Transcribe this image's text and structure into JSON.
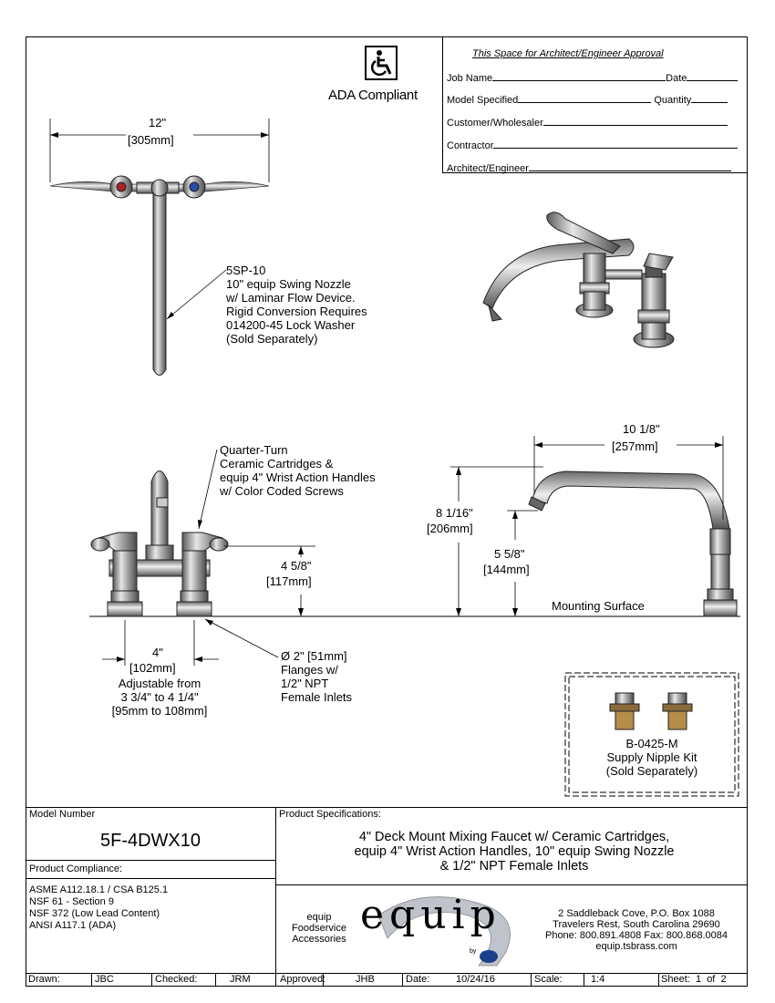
{
  "approval_box": {
    "heading": "This Space for Architect/Engineer Approval",
    "fields": {
      "job_name": "Job Name",
      "date": "Date",
      "model_specified": "Model Specified",
      "quantity": "Quantity",
      "customer": "Customer/Wholesaler",
      "contractor": "Contractor",
      "architect": "Architect/Engineer"
    }
  },
  "ada": {
    "label": "ADA Compliant",
    "icon": "wheelchair-icon"
  },
  "top_view": {
    "width_in": "12\"",
    "width_mm": "305mm",
    "nozzle_callout": [
      "5SP-10",
      "10\" equip Swing Nozzle",
      "w/ Laminar Flow Device.",
      "Rigid Conversion Requires",
      "014200-45 Lock Washer",
      "(Sold Separately)"
    ]
  },
  "front_view": {
    "cartridge_callout": [
      "Quarter-Turn",
      "Ceramic Cartridges &",
      "equip 4\" Wrist Action Handles",
      "w/ Color Coded Screws"
    ],
    "height_in": "4 5/8\"",
    "height_mm": "117mm",
    "centers_in": "4\"",
    "centers_mm": "102mm",
    "adjustable": [
      "Adjustable from",
      "3 3/4\" to 4 1/4\"",
      "[95mm to 108mm]"
    ],
    "flange_callout": [
      "Ø 2\" [51mm]",
      "Flanges w/",
      "1/2\" NPT",
      "Female Inlets"
    ]
  },
  "side_view": {
    "reach_in": "10 1/8\"",
    "reach_mm": "257mm",
    "overall_in": "8 1/16\"",
    "overall_mm": "206mm",
    "spout_in": "5 5/8\"",
    "spout_mm": "144mm",
    "mounting_surface": "Mounting Surface"
  },
  "accessory": {
    "part": "B-0425-M",
    "name": "Supply Nipple Kit",
    "note": "(Sold Separately)"
  },
  "title_block": {
    "model_number_label": "Model Number",
    "model_number": "5F-4DWX10",
    "product_spec_label": "Product Specifications:",
    "product_spec": [
      "4\" Deck Mount Mixing Faucet w/ Ceramic Cartridges,",
      "equip 4\" Wrist Action Handles, 10\" equip Swing Nozzle",
      "& 1/2\" NPT Female Inlets"
    ],
    "compliance_label": "Product Compliance:",
    "compliance": [
      "ASME A112.18.1 / CSA B125.1",
      "NSF 61 - Section 9",
      "NSF 372 (Low Lead Content)",
      "ANSI A117.1 (ADA)"
    ],
    "brand_tag": [
      "equip",
      "Foodservice",
      "Accessories"
    ],
    "brand_logo": "equip",
    "brand_by": "by",
    "address": [
      "2 Saddleback Cove, P.O. Box 1088",
      "Travelers Rest, South Carolina 29690",
      "Phone: 800.891.4808  Fax: 800.868.0084",
      "equip.tsbrass.com"
    ],
    "footer": {
      "drawn_label": "Drawn:",
      "drawn": "JBC",
      "checked_label": "Checked:",
      "checked": "JRM",
      "approved_label": "Approved:",
      "approved": "JHB",
      "date_label": "Date:",
      "date": "10/24/16",
      "scale_label": "Scale:",
      "scale": "1:4",
      "sheet_label": "Sheet:",
      "sheet": "1",
      "of": "of",
      "sheet_total": "2"
    }
  }
}
